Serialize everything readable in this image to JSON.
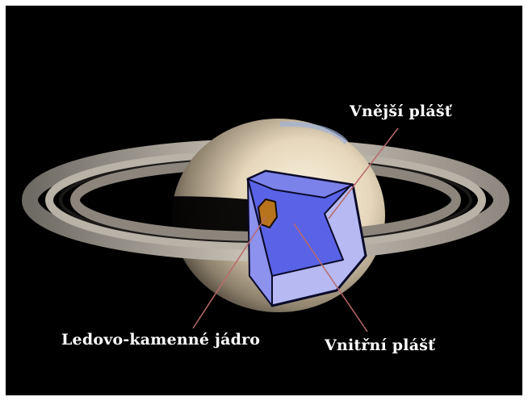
{
  "labels": {
    "outer_mantle": "Vnější plášť",
    "inner_mantle": "Vnitřní plášť",
    "core": "Ledovo-kamenné jádro"
  },
  "colors": {
    "background": "#000000",
    "outer_mantle": "#b6b9f2",
    "inner_mantle": "#5a63e6",
    "core": "#b8741d",
    "pointer_line": "#b96a6a",
    "planet": "#e8dcc4"
  }
}
